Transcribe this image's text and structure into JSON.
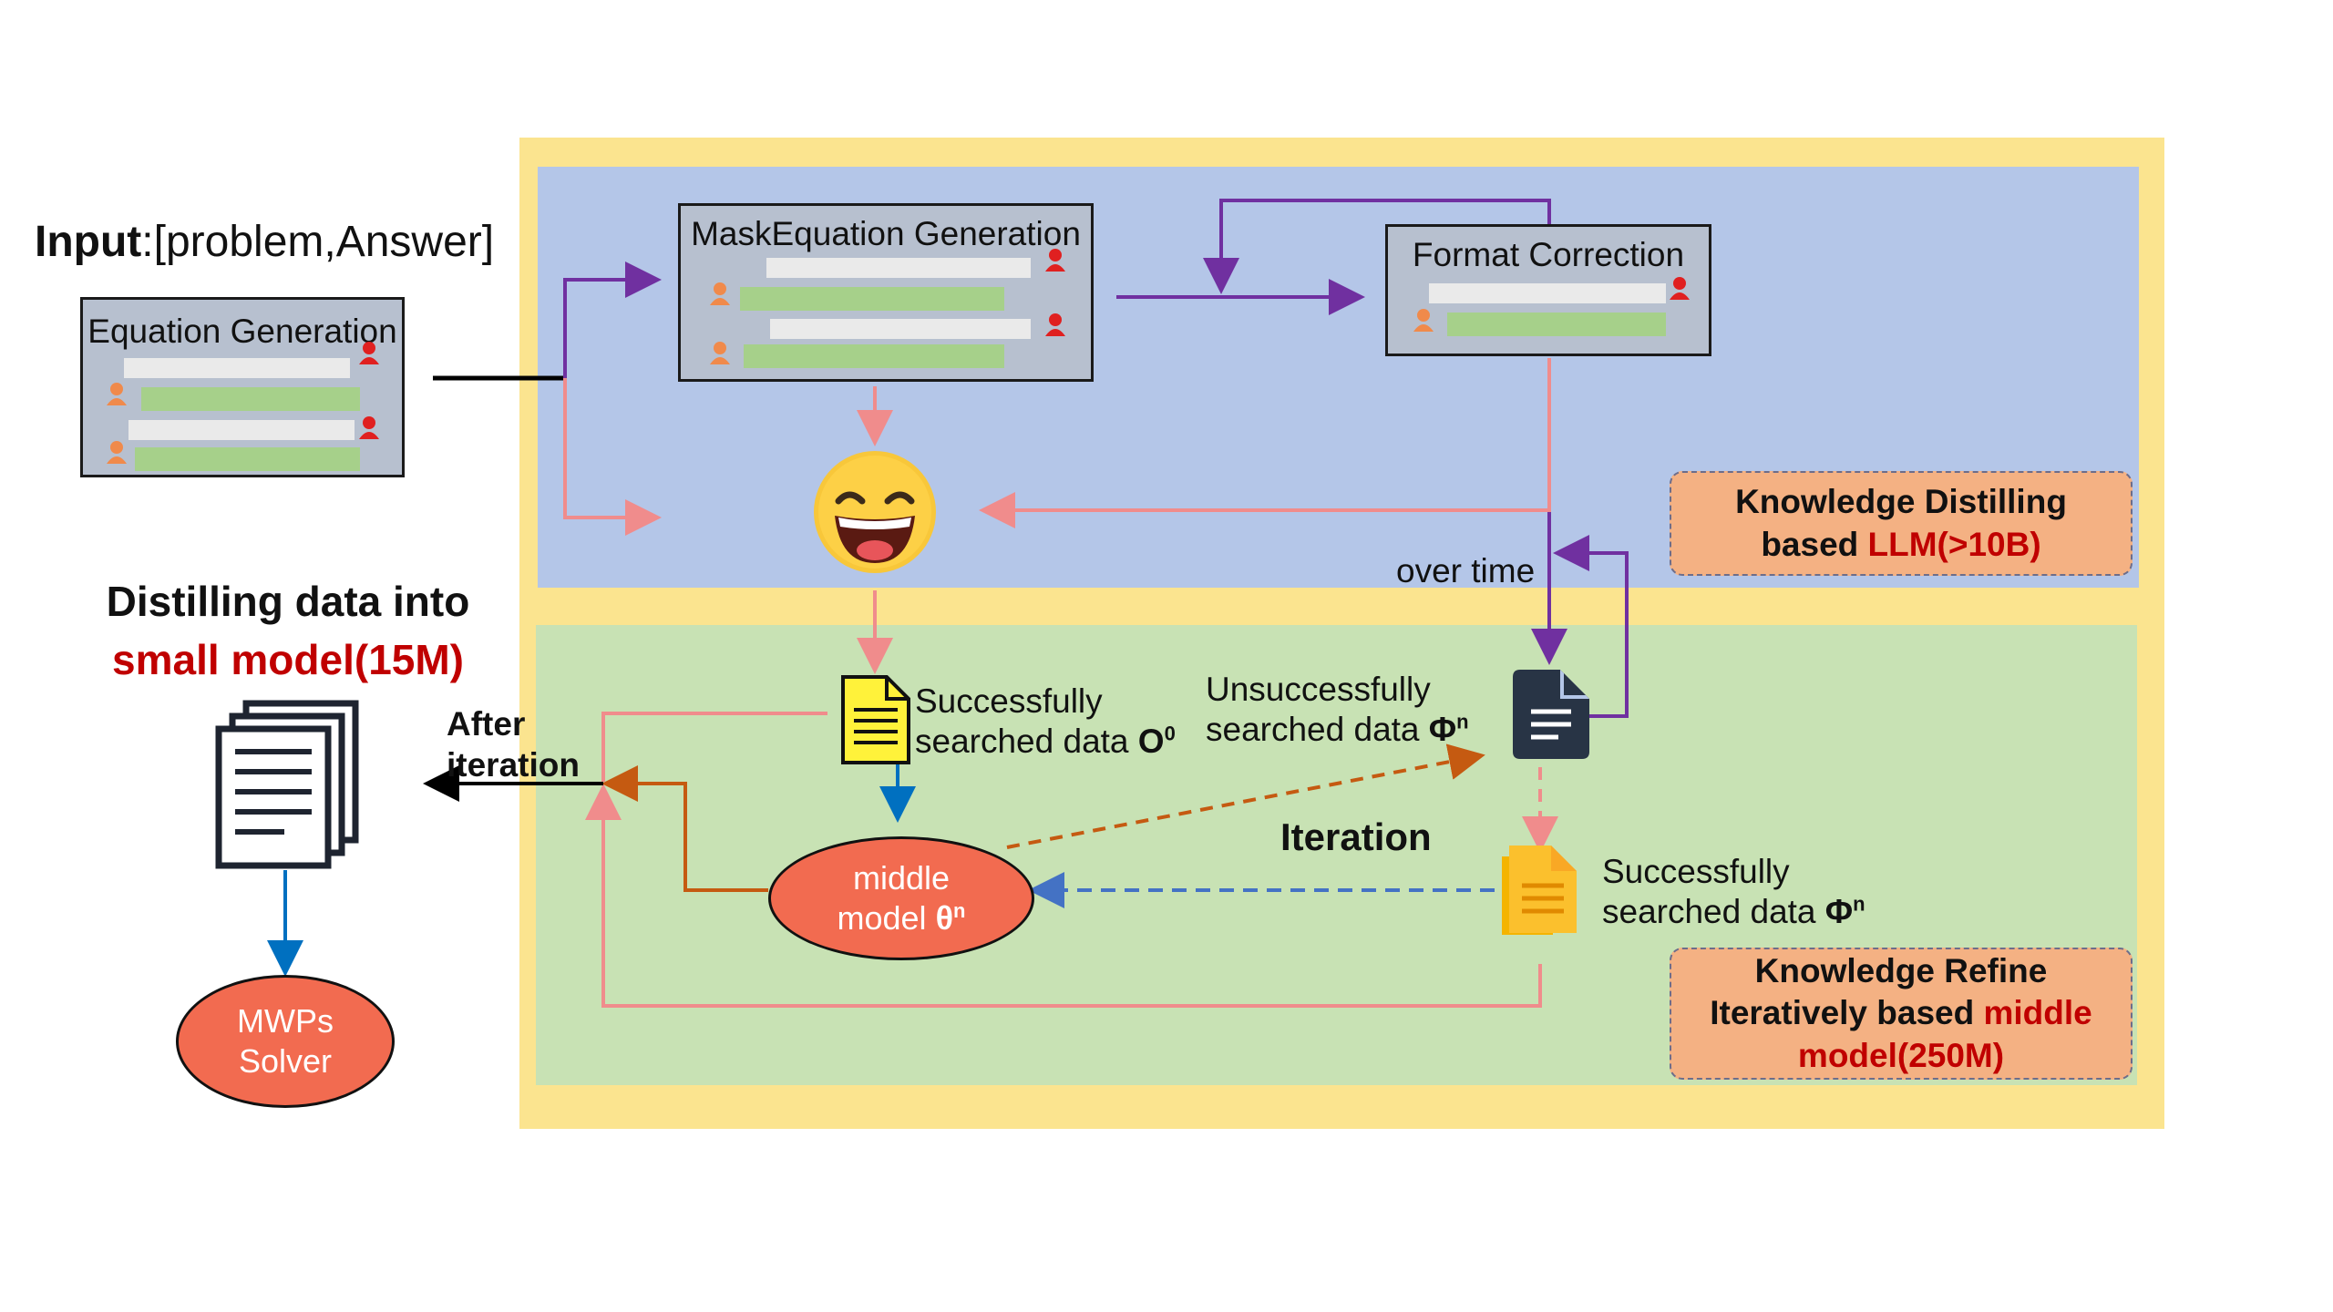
{
  "input_label": {
    "bold": "Input",
    "rest": ":[problem,Answer]"
  },
  "boxes": {
    "equation_generation": "Equation Generation",
    "mask_equation_generation": "MaskEquation Generation",
    "format_correction": "Format Correction"
  },
  "distill": {
    "line1": "Distilling data into",
    "line2": "small model(15M)"
  },
  "after_iteration": {
    "line1": "After",
    "line2": "iteration"
  },
  "over_time": "over time",
  "iteration": "Iteration",
  "successfully_o0": {
    "line1": "Successfully",
    "line2": "searched data ",
    "symbol": "O",
    "sup": "0"
  },
  "unsuccessfully": {
    "line1": "Unsuccessfully",
    "line2": "searched data ",
    "symbol": "Φ",
    "sup": "n"
  },
  "successfully_phi": {
    "line1": "Successfully",
    "line2": "searched data ",
    "symbol": "Φ",
    "sup": "n"
  },
  "middle_model": {
    "line1": "middle",
    "line2": "model ",
    "symbol": "θ",
    "sup": "n"
  },
  "mwps_solver": {
    "line1": "MWPs",
    "line2": "Solver"
  },
  "knowledge_distilling": {
    "line1": "Knowledge Distilling",
    "line2_prefix": "based ",
    "line2_red": "LLM(>10B)"
  },
  "knowledge_refine": {
    "line1": "Knowledge Refine",
    "line2_prefix": "Iteratively based ",
    "line2_red": "middle",
    "line3_red": "model(250M)"
  },
  "colors": {
    "yellow_frame": "#fbe48f",
    "blue_panel": "#b4c6e8",
    "green_panel": "#c8e2b4",
    "purple_arrow": "#7030a0",
    "pink_arrow": "#f08c8c",
    "orange_arrow": "#c55a11",
    "blue_dashed_arrow": "#4472c4",
    "dark_blue_arrow": "#0070c0",
    "ellipse_fill": "#f26b50",
    "note_fill": "#f4b183",
    "highlight_red": "#c00000"
  }
}
